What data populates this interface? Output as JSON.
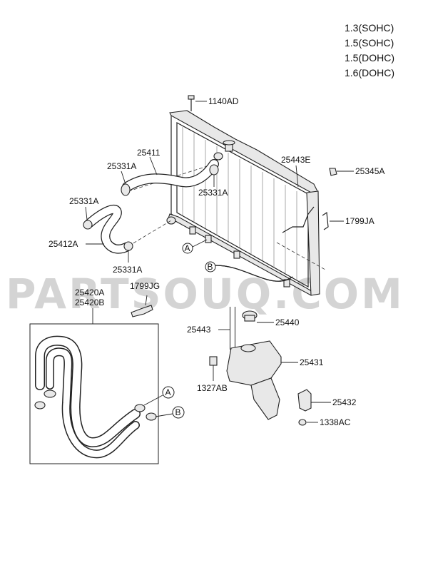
{
  "engine_variants": [
    "1.3(SOHC)",
    "1.5(SOHC)",
    "1.5(DOHC)",
    "1.6(DOHC)"
  ],
  "watermark": "PARTSOUQ.COM",
  "callouts": {
    "a": "A",
    "b": "B"
  },
  "parts": {
    "p1140AD": "1140AD",
    "p25411": "25411",
    "p25331A_1": "25331A",
    "p25331A_2": "25331A",
    "p25331A_3": "25331A",
    "p25331A_4": "25331A",
    "p25412A": "25412A",
    "p25443E": "25443E",
    "p25345A": "25345A",
    "p1799JA": "1799JA",
    "p25420A": "25420A",
    "p25420B": "25420B",
    "p1799JG": "1799JG",
    "p25443": "25443",
    "p25440": "25440",
    "p25431": "25431",
    "p1327AB": "1327AB",
    "p25432": "25432",
    "p1338AC": "1338AC"
  }
}
